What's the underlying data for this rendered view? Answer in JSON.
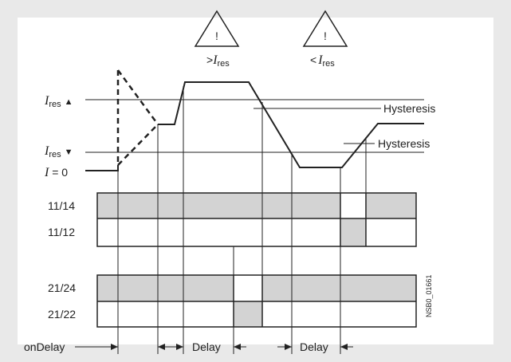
{
  "warnings": {
    "over": {
      "prefix": ">",
      "symbol": "I",
      "subscript": "res"
    },
    "under": {
      "prefix": "<",
      "symbol": "I",
      "subscript": "res"
    },
    "glyph": "!"
  },
  "levels": {
    "ires_up": {
      "symbol": "I",
      "subscript": "res",
      "arrow": "▲"
    },
    "ires_down": {
      "symbol": "I",
      "subscript": "res",
      "arrow": "▼"
    },
    "zero": {
      "symbol": "I",
      "text": " = 0"
    }
  },
  "hysteresis_labels": [
    "Hysteresis",
    "Hysteresis"
  ],
  "contacts": [
    "11/14",
    "11/12",
    "21/24",
    "21/22"
  ],
  "timing": {
    "on_delay": "onDelay",
    "delay_1": "Delay",
    "delay_2": "Delay"
  },
  "figure_id": "NSB0_01661",
  "colors": {
    "background": "#e9e9e9",
    "panel": "#ffffff",
    "fill": "#d3d3d3",
    "line": "#222222"
  }
}
